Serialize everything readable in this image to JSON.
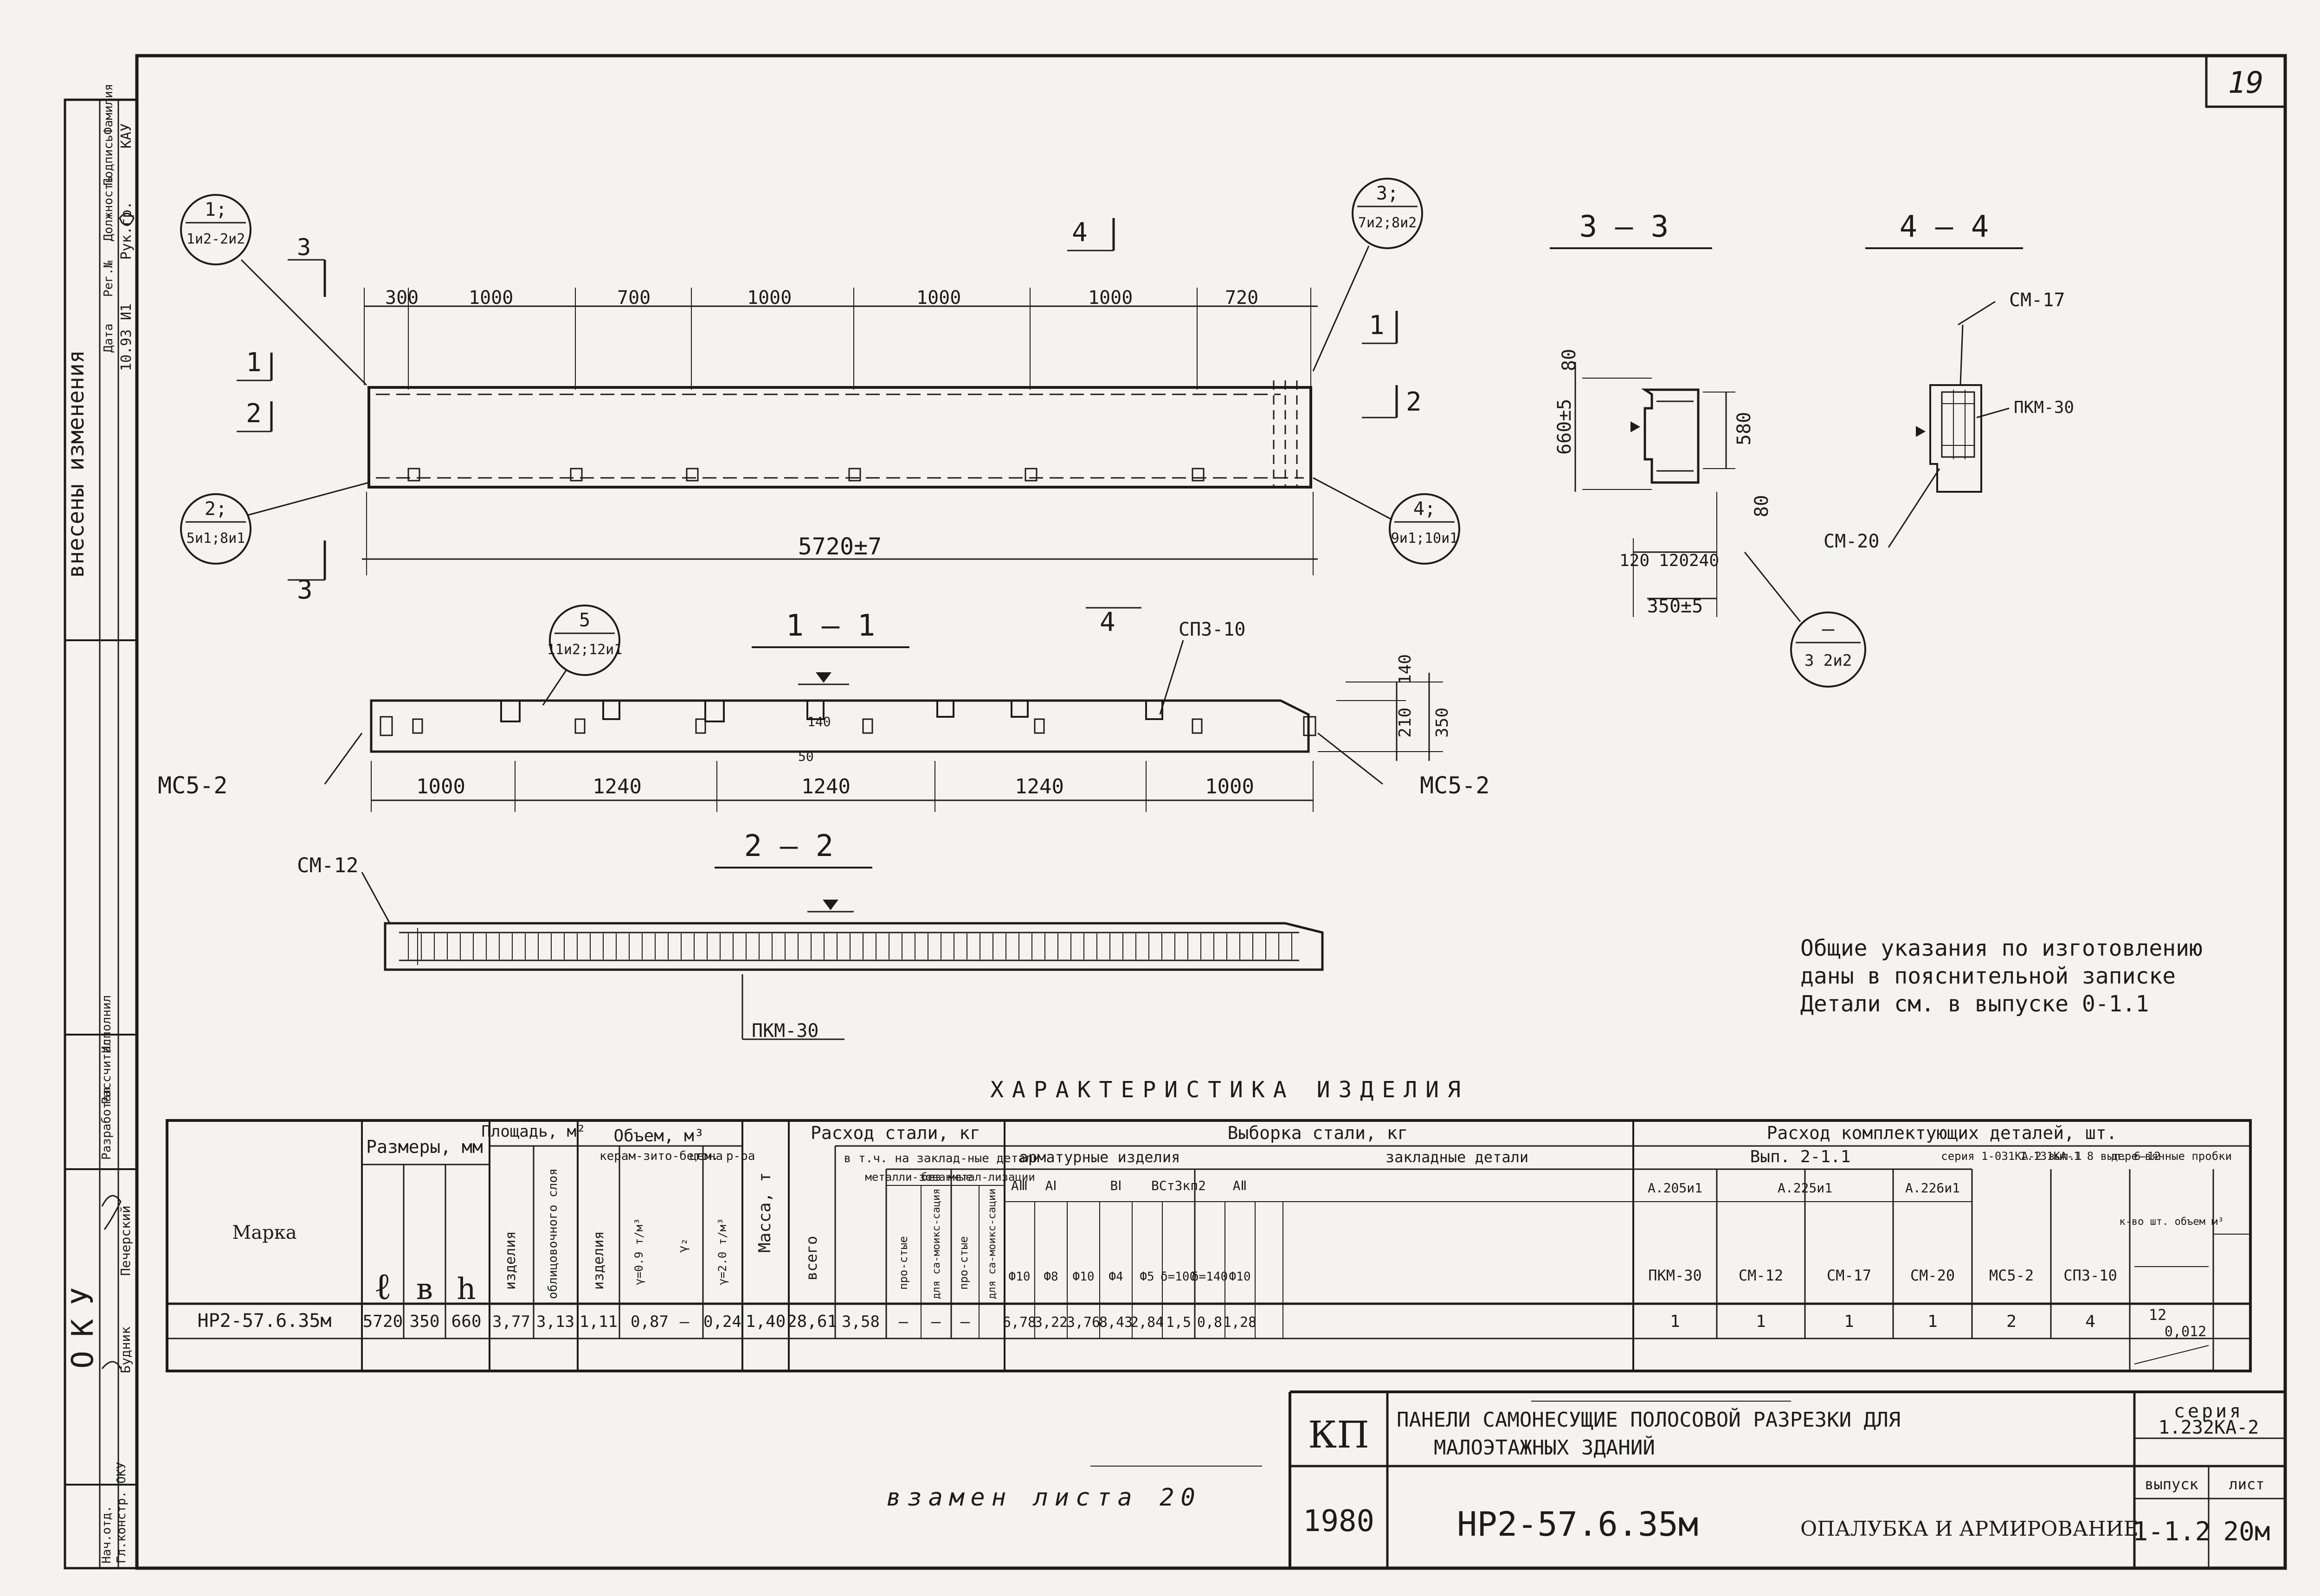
{
  "sheet_number": "19",
  "sheet_area_number": "20",
  "changes_block": {
    "title": "внесены изменения",
    "headers": [
      "Дата",
      "Рег.№",
      "Должность",
      "Подпись",
      "Фамилия"
    ],
    "row": [
      "10.93",
      "И1",
      "Рук.гр.",
      "",
      "КАУ"
    ]
  },
  "left_stamp": {
    "roles": [
      "Разработал",
      "Рассчитал",
      "Исполнил",
      "Нач.отд.",
      "Гл.констр. ОКУ"
    ],
    "names": [
      "Печерский",
      "Будник"
    ],
    "vertical_org": "ОКУ"
  },
  "section_labels": {
    "s33": "3 — 3",
    "s44": "4 — 4",
    "s11": "1 — 1",
    "s22": "2 — 2",
    "cut3": "3",
    "cut4": "4",
    "cut1": "1",
    "cut2": "2"
  },
  "elevation": {
    "dims": [
      "300",
      "1000",
      "700",
      "1000",
      "1000",
      "1000",
      "720"
    ],
    "overall": "5720±7",
    "callouts": [
      {
        "num": "1;",
        "ref": "1и2-2и2"
      },
      {
        "num": "2;",
        "ref": "5и1;8и1"
      },
      {
        "num": "3;",
        "ref": "7и2;8и2"
      },
      {
        "num": "4;",
        "ref": "9и1;10и1"
      }
    ]
  },
  "section_3_3": {
    "dims": [
      "80",
      "660±5",
      "580",
      "80",
      "120",
      "120",
      "240",
      "350±5"
    ],
    "callout": {
      "num": "—",
      "ref": "3 2и2"
    }
  },
  "section_4_4": {
    "labels": [
      "СМ-17",
      "ПКМ-30",
      "СМ-20"
    ]
  },
  "section_1_1": {
    "dims": [
      "1000",
      "1240",
      "1240",
      "1240",
      "1000"
    ],
    "right_dims": [
      "140",
      "210",
      "350"
    ],
    "mid_dims": [
      "50",
      "140"
    ],
    "labels": [
      "МС5-2",
      "МС5-2",
      "СПЗ-10"
    ],
    "callout": {
      "num": "5",
      "ref": "11и2;12и1"
    }
  },
  "section_2_2": {
    "labels": [
      "СМ-12",
      "ПКМ-30"
    ]
  },
  "notes": [
    "Общие указания по изготовлению",
    "даны в пояснительной записке",
    "Детали см. в выпуске 0-1.1"
  ],
  "characteristics_title": "ХАРАКТЕРИСТИКА   ИЗДЕЛИЯ",
  "table": {
    "h_marka": "Марка",
    "h_sizes": "Размеры, мм",
    "h_area": "Площадь, м²",
    "h_volume": "Объем, м³",
    "h_keram": "керам-зито-бетона",
    "h_cem": "цем. р-ра",
    "h_mass": "Масса, т",
    "h_steel": "Расход стали, кг",
    "h_vsego": "всего",
    "h_vtch": "в т.ч. на заклад-ные детали",
    "h_metal": "металли-зованные",
    "h_nometal": "без метал-лизации",
    "h_pro1": "про-стые",
    "h_sam1": "для са-моикс-сация",
    "h_pro2": "про-стые",
    "h_sam2": "для са-моикс-сации",
    "h_vyb": "Выборка стали, кг",
    "h_arm": "арматурные изделия",
    "h_zakl": "закладные детали",
    "h_rashod": "Расход комплектующих деталей, шт.",
    "h_vyp": "Вып. 2-1.1",
    "h_series1": "серия 1-031КА-2 вып.1",
    "h_series2": "1.131КА-1 8 вып. 6-12",
    "h_der": "дере-вянные пробки",
    "sub_l": "ℓ",
    "sub_b": "в",
    "sub_h": "h",
    "sub_izd1": "изделия",
    "sub_obl": "облицовочного слоя",
    "sub_izd2": "изделия",
    "sub_k1": "γ=0.9 т/м³",
    "sub_k2": "γ₂",
    "sub_c1": "γ=2.0 т/м³",
    "steel_classes": [
      "АⅢ",
      "АⅠ",
      "",
      "ВⅠ",
      "",
      "ВСт3кп2",
      "",
      "АⅡ"
    ],
    "steel_diams": [
      "Ф10",
      "Ф8",
      "Ф10",
      "Ф4",
      "Ф5",
      "δ=100",
      "δ=140",
      "Ф10"
    ],
    "parts_groups": [
      "А.205и1",
      "А.225и1",
      "А.226и1"
    ],
    "parts_cols": [
      "ПКМ-30",
      "СМ-12",
      "СМ-17",
      "СМ-20",
      "МС5-2",
      "СПЗ-10"
    ],
    "plug_head": "к-во шт. объем м³",
    "row": {
      "marka": "НР2-57.6.35м",
      "l": "5720",
      "b": "350",
      "h": "660",
      "area_izd": "3,77",
      "area_obl": "3,13",
      "vol_izd": "1,11",
      "vol_k1": "0,87",
      "vol_k2": "—",
      "vol_c": "0,24",
      "mass": "1,40",
      "total": "28,61",
      "met_p": "3,58",
      "met_s": "—",
      "nm_p": "—",
      "nm_s": "—",
      "steel": [
        "6,78",
        "3,22",
        "3,76",
        "8,43",
        "2,84",
        "1,5",
        "0,8",
        "1,28"
      ],
      "parts": [
        "1",
        "1",
        "1",
        "1",
        "2",
        "4"
      ],
      "plug_count": "12",
      "plug_vol": "0,012"
    }
  },
  "title_block": {
    "kp": "КП",
    "year": "1980",
    "title_line1": "ПАНЕЛИ САМОНЕСУЩИЕ ПОЛОСОВОЙ РАЗРЕЗКИ ДЛЯ",
    "title_line2": "МАЛОЭТАЖНЫХ   ЗДАНИЙ",
    "mark": "НР2-57.6.35м",
    "subtitle": "ОПАЛУБКА И АРМИРОВАНИЕ",
    "seria_label": "серия",
    "seria": "1.232КА-2",
    "vypusk_label": "выпуск",
    "vypusk": "1-1.2",
    "list_label": "лист",
    "list": "20м"
  },
  "replace_note": "взамен листа 20"
}
